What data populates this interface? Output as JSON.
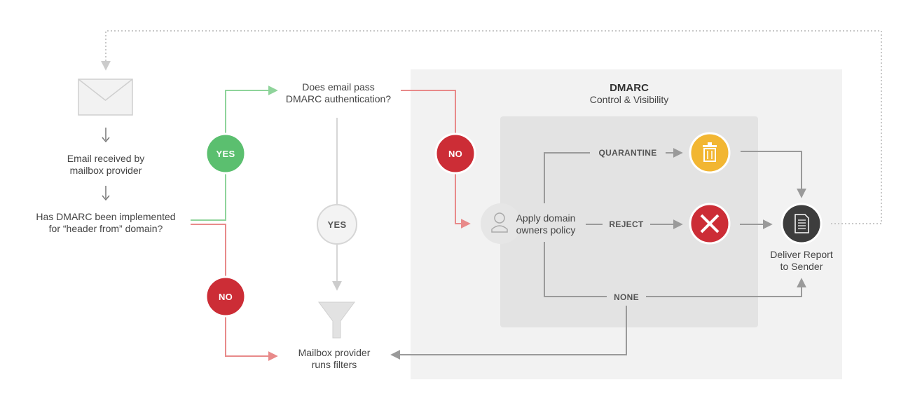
{
  "section": {
    "title": "DMARC",
    "subtitle": "Control & Visibility"
  },
  "nodes": {
    "email_received": [
      "Email received by",
      "mailbox provider"
    ],
    "dmarc_implemented": [
      "Has DMARC been implemented",
      "for “header from” domain?"
    ],
    "pass_auth": [
      "Does email pass",
      "DMARC authentication?"
    ],
    "mailbox_filters": [
      "Mailbox provider",
      "runs filters"
    ],
    "apply_policy": [
      "Apply domain",
      "owners policy"
    ],
    "deliver_report": [
      "Deliver Report",
      "to Sender"
    ]
  },
  "badges": {
    "yes_green": "YES",
    "no_red_left": "NO",
    "no_red_top": "NO",
    "yes_grey": "YES"
  },
  "policies": {
    "quarantine": "QUARANTINE",
    "reject": "REJECT",
    "none": "NONE"
  },
  "colors": {
    "green": "#5bbf6f",
    "red": "#cc2d36",
    "yellow": "#f2b632",
    "dark": "#3d3d3d",
    "line_grey": "#9a9a9a",
    "line_red": "#e88a8a",
    "line_green": "#8fd49b",
    "outer_panel": "#f2f2f2",
    "inner_panel": "#e3e3e3"
  },
  "icons": [
    "envelope-icon",
    "down-arrow-icon",
    "funnel-icon",
    "person-icon",
    "trash-icon",
    "x-icon",
    "document-icon"
  ]
}
